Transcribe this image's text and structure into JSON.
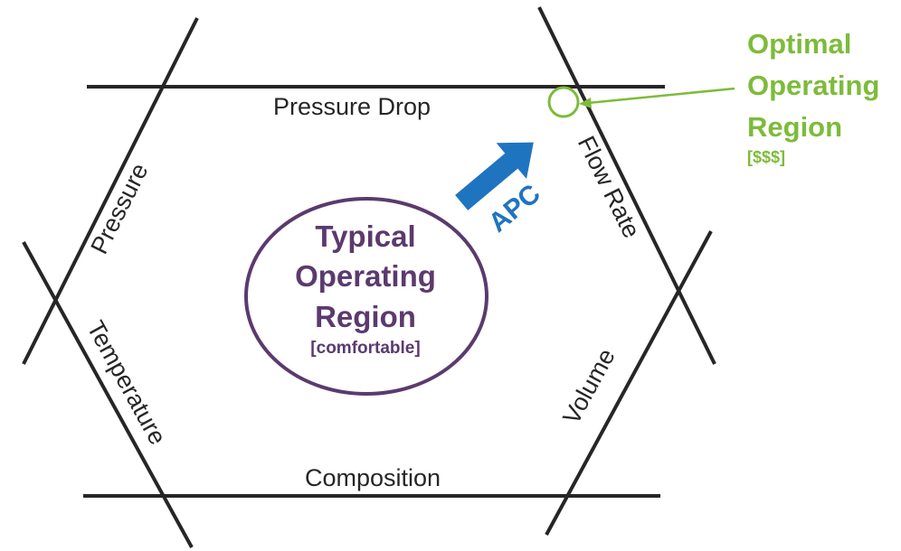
{
  "constraints": {
    "pressure_drop": "Pressure Drop",
    "pressure": "Pressure",
    "flow_rate": "Flow Rate",
    "temperature": "Temperature",
    "volume": "Volume",
    "composition": "Composition"
  },
  "typical_region": {
    "line1": "Typical",
    "line2": "Operating",
    "line3": "Region",
    "note": "[comfortable]"
  },
  "optimal_region": {
    "line1": "Optimal",
    "line2": "Operating",
    "line3": "Region",
    "note": "[$$$]"
  },
  "arrow_label": "APC",
  "colors": {
    "lines": "#262626",
    "typical": "#5b3a6e",
    "optimal": "#7dbb3a",
    "apc": "#1f74c0"
  }
}
